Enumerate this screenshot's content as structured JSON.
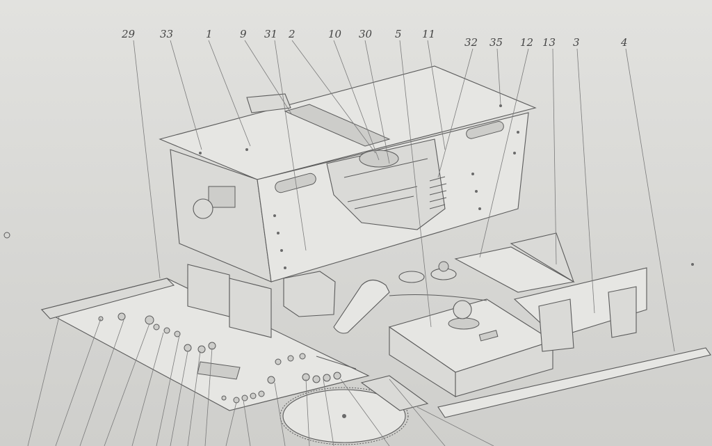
{
  "diagram": {
    "callouts": [
      "29",
      "33",
      "1",
      "9",
      "31",
      "2",
      "10",
      "30",
      "5",
      "11",
      "32",
      "35",
      "12",
      "13",
      "3",
      "4"
    ],
    "colors": {
      "paper": "#dcdcd9",
      "ink": "#5a5a5a",
      "leader": "#7a7a7a"
    }
  }
}
